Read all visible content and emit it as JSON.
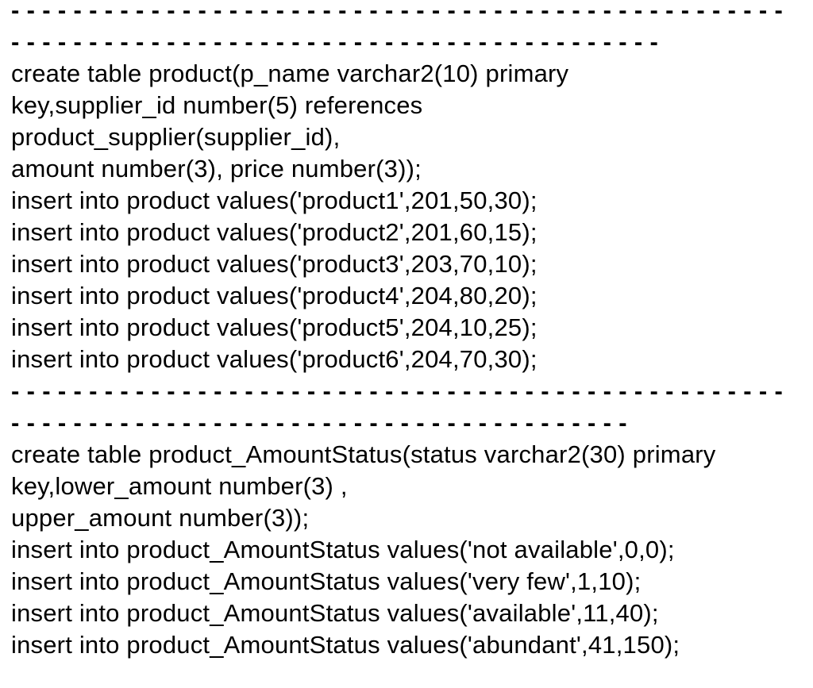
{
  "page": {
    "background": "#ffffff",
    "text_color": "#000000"
  },
  "sql_script": {
    "section_product": {
      "separator": [
        "--------------------------------------------------",
        "------------------------------------------"
      ],
      "create_table_lines": [
        "create table product(p_name varchar2(10) primary",
        "key,supplier_id number(5) references",
        "product_supplier(supplier_id),",
        "amount number(3), price number(3));"
      ],
      "insert_lines": [
        "insert into product values('product1',201,50,30);",
        "insert into product values('product2',201,60,15);",
        "insert into product values('product3',203,70,10);",
        "insert into product values('product4',204,80,20);",
        "insert into product values('product5',204,10,25);",
        "insert into product values('product6',204,70,30);"
      ]
    },
    "section_amount_status": {
      "separator": [
        "--------------------------------------------------",
        "----------------------------------------"
      ],
      "create_table_lines": [
        "create table product_AmountStatus(status varchar2(30) primary",
        "key,lower_amount number(3) ,",
        "upper_amount number(3));"
      ],
      "insert_lines": [
        "insert into product_AmountStatus values('not available',0,0);",
        "insert into product_AmountStatus values('very few',1,10);",
        "insert into product_AmountStatus values('available',11,40);",
        "insert into product_AmountStatus values('abundant',41,150);"
      ]
    }
  }
}
